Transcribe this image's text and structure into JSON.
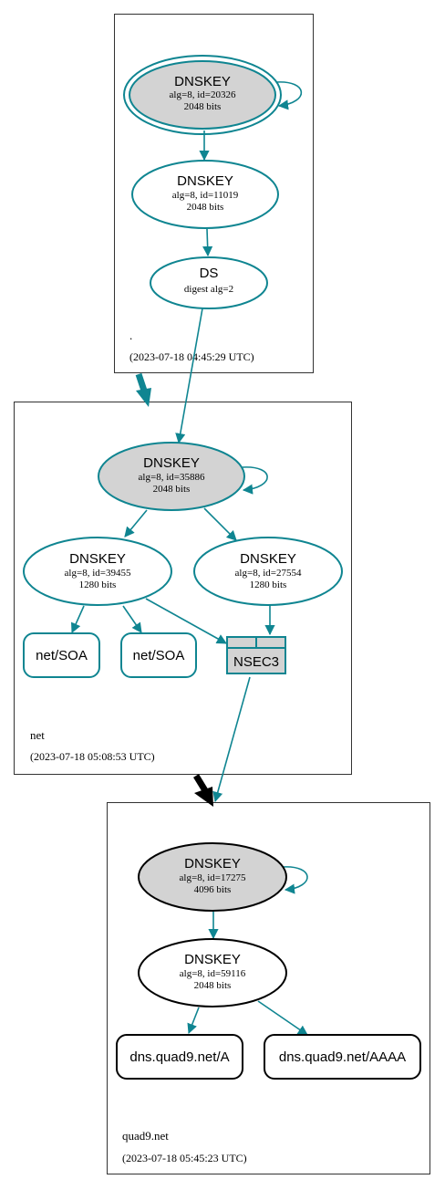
{
  "colors": {
    "secure": "#0f8591",
    "insecure": "#000000",
    "sep_fill": "#d3d3d3"
  },
  "zones": {
    "root": {
      "name": ".",
      "timestamp": "(2023-07-18 04:45:29 UTC)"
    },
    "net": {
      "name": "net",
      "timestamp": "(2023-07-18 05:08:53 UTC)"
    },
    "quad9": {
      "name": "quad9.net",
      "timestamp": "(2023-07-18 05:45:23 UTC)"
    }
  },
  "nodes": {
    "root_ksk": {
      "title": "DNSKEY",
      "line1": "alg=8, id=20326",
      "line2": "2048 bits"
    },
    "root_zsk": {
      "title": "DNSKEY",
      "line1": "alg=8, id=11019",
      "line2": "2048 bits"
    },
    "net_ds": {
      "title": "DS",
      "line1": "digest alg=2"
    },
    "net_ksk": {
      "title": "DNSKEY",
      "line1": "alg=8, id=35886",
      "line2": "2048 bits"
    },
    "net_zsk1": {
      "title": "DNSKEY",
      "line1": "alg=8, id=39455",
      "line2": "1280 bits"
    },
    "net_zsk2": {
      "title": "DNSKEY",
      "line1": "alg=8, id=27554",
      "line2": "1280 bits"
    },
    "net_soa1": {
      "title": "net/SOA"
    },
    "net_soa2": {
      "title": "net/SOA"
    },
    "nsec3": {
      "title": "NSEC3"
    },
    "q9_ksk": {
      "title": "DNSKEY",
      "line1": "alg=8, id=17275",
      "line2": "4096 bits"
    },
    "q9_zsk": {
      "title": "DNSKEY",
      "line1": "alg=8, id=59116",
      "line2": "2048 bits"
    },
    "q9_a": {
      "title": "dns.quad9.net/A"
    },
    "q9_aaaa": {
      "title": "dns.quad9.net/AAAA"
    }
  }
}
